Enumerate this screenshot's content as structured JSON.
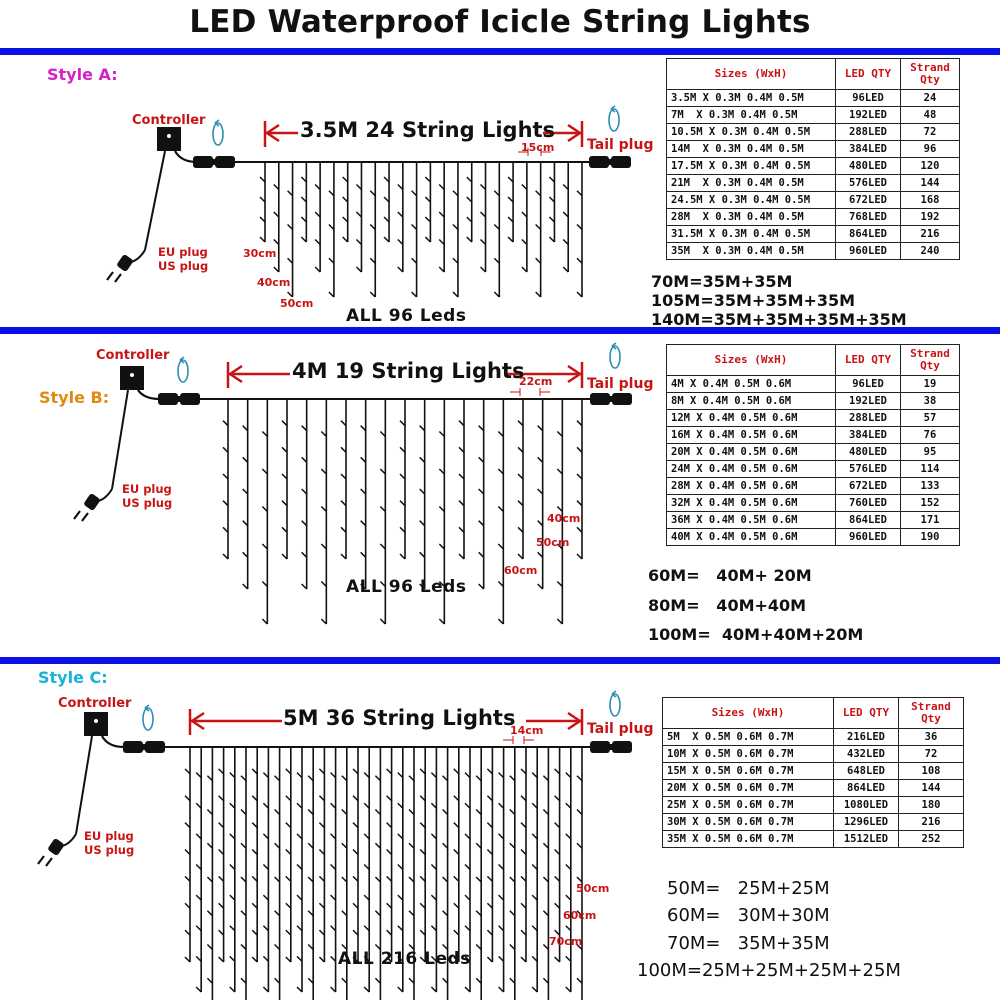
{
  "title": "LED Waterproof Icicle String Lights",
  "colors": {
    "accent_red": "#c81414",
    "bar_blue": "#0a10e6",
    "arrow_teal": "#2a8fb0"
  },
  "common": {
    "controller": "Controller",
    "tail_plug": "Tail plug",
    "eu_plug": "EU plug",
    "us_plug": "US plug"
  },
  "styles": [
    {
      "label": "Style A:",
      "label_color": "#d620c8",
      "string_title": "3.5M 24 String Lights",
      "gap": "15cm",
      "lengths": [
        "30cm",
        "40cm",
        "50cm"
      ],
      "all_leds": "ALL 96 Leds",
      "headers": [
        "Sizes (WxH)",
        "LED QTY",
        "Strand Qty"
      ],
      "rows": [
        [
          "3.5M X 0.3M 0.4M 0.5M",
          "96LED",
          "24"
        ],
        [
          "7M  X 0.3M 0.4M 0.5M",
          "192LED",
          "48"
        ],
        [
          "10.5M X 0.3M 0.4M 0.5M",
          "288LED",
          "72"
        ],
        [
          "14M  X 0.3M 0.4M 0.5M",
          "384LED",
          "96"
        ],
        [
          "17.5M X 0.3M 0.4M 0.5M",
          "480LED",
          "120"
        ],
        [
          "21M  X 0.3M 0.4M 0.5M",
          "576LED",
          "144"
        ],
        [
          "24.5M X 0.3M 0.4M 0.5M",
          "672LED",
          "168"
        ],
        [
          "28M  X 0.3M 0.4M 0.5M",
          "768LED",
          "192"
        ],
        [
          "31.5M X 0.3M 0.4M 0.5M",
          "864LED",
          "216"
        ],
        [
          "35M  X 0.3M 0.4M 0.5M",
          "960LED",
          "240"
        ]
      ],
      "combos": [
        "70M=35M+35M",
        "105M=35M+35M+35M",
        "140M=35M+35M+35M+35M"
      ]
    },
    {
      "label": "Style B:",
      "label_color": "#e08a10",
      "string_title": "4M 19 String Lights",
      "gap": "22cm",
      "lengths": [
        "40cm",
        "50cm",
        "60cm"
      ],
      "all_leds": "ALL 96 Leds",
      "headers": [
        "Sizes (WxH)",
        "LED QTY",
        "Strand Qty"
      ],
      "rows": [
        [
          "4M X 0.4M 0.5M 0.6M",
          "96LED",
          "19"
        ],
        [
          "8M X 0.4M 0.5M 0.6M",
          "192LED",
          "38"
        ],
        [
          "12M X 0.4M 0.5M 0.6M",
          "288LED",
          "57"
        ],
        [
          "16M X 0.4M 0.5M 0.6M",
          "384LED",
          "76"
        ],
        [
          "20M X 0.4M 0.5M 0.6M",
          "480LED",
          "95"
        ],
        [
          "24M X 0.4M 0.5M 0.6M",
          "576LED",
          "114"
        ],
        [
          "28M X 0.4M 0.5M 0.6M",
          "672LED",
          "133"
        ],
        [
          "32M X 0.4M 0.5M 0.6M",
          "760LED",
          "152"
        ],
        [
          "36M X 0.4M 0.5M 0.6M",
          "864LED",
          "171"
        ],
        [
          "40M X 0.4M 0.5M 0.6M",
          "960LED",
          "190"
        ]
      ],
      "combos": [
        "60M=   40M+ 20M",
        "80M=   40M+40M",
        "100M=  40M+40M+20M"
      ]
    },
    {
      "label": "Style C:",
      "label_color": "#18b4d8",
      "string_title": "5M 36 String Lights",
      "gap": "14cm",
      "lengths": [
        "50cm",
        "60cm",
        "70cm"
      ],
      "all_leds": "ALL 216 Leds",
      "headers": [
        "Sizes (WxH)",
        "LED QTY",
        "Strand Qty"
      ],
      "rows": [
        [
          "5M  X 0.5M 0.6M 0.7M",
          "216LED",
          "36"
        ],
        [
          "10M X 0.5M 0.6M 0.7M",
          "432LED",
          "72"
        ],
        [
          "15M X 0.5M 0.6M 0.7M",
          "648LED",
          "108"
        ],
        [
          "20M X 0.5M 0.6M 0.7M",
          "864LED",
          "144"
        ],
        [
          "25M X 0.5M 0.6M 0.7M",
          "1080LED",
          "180"
        ],
        [
          "30M X 0.5M 0.6M 0.7M",
          "1296LED",
          "216"
        ],
        [
          "35M X 0.5M 0.6M 0.7M",
          "1512LED",
          "252"
        ]
      ],
      "combos": [
        "50M=   25M+25M",
        "60M=   30M+30M",
        "70M=   35M+35M",
        "100M=25M+25M+25M+25M"
      ]
    }
  ]
}
